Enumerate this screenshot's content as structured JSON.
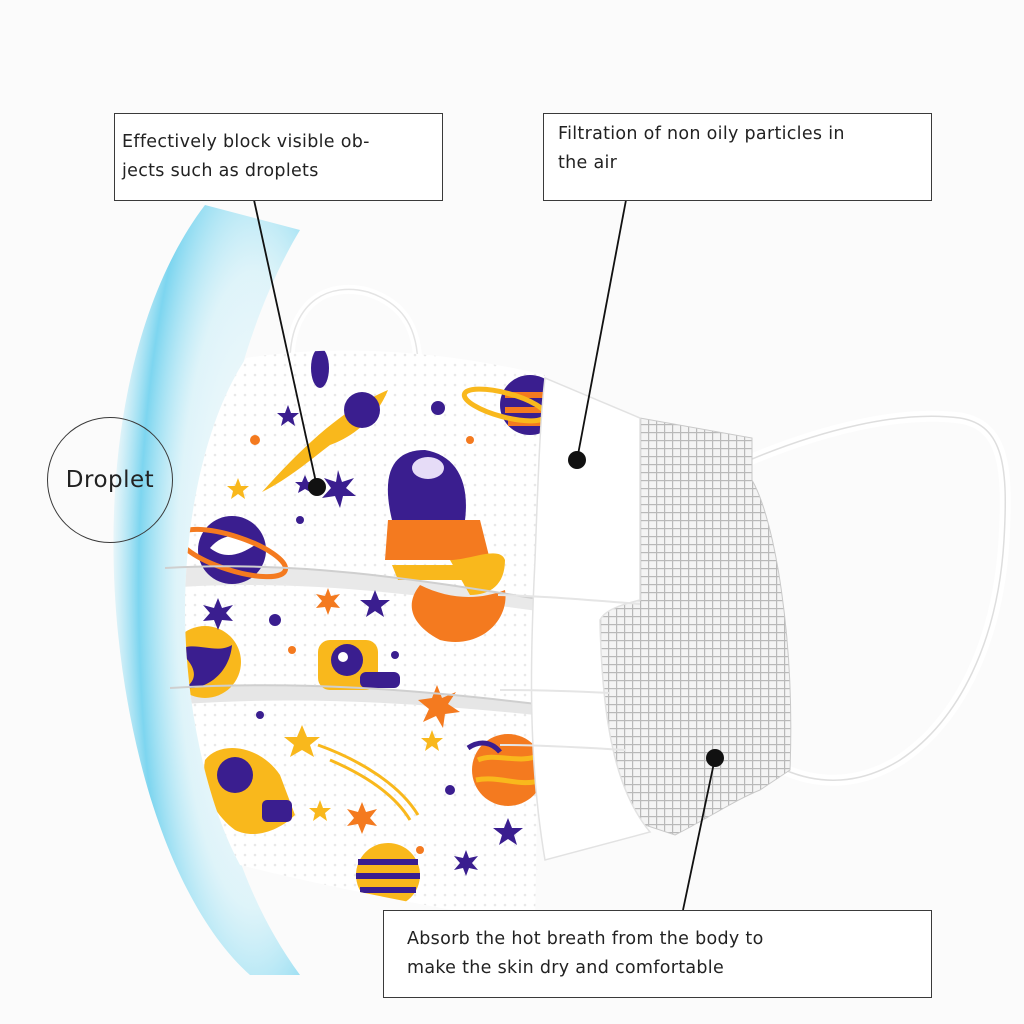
{
  "callouts": {
    "droplets": {
      "line1": "Effectively block visible ob-",
      "line2": "jects such as droplets"
    },
    "filtration": {
      "line1": "Filtration of non oily particles in",
      "line2": "the air"
    },
    "absorb": {
      "line1": "Absorb the hot breath from the body to",
      "line2": "make the skin dry and comfortable"
    }
  },
  "droplet_label": "Droplet",
  "colors": {
    "shield": "#7fd6ef",
    "navy": "#3a1e8f",
    "orange": "#f47a1f",
    "yellow": "#f9b81c",
    "mask_white": "#ffffff",
    "mesh_gray": "#cfcfcf",
    "pointer": "#111111"
  },
  "icons": [
    "rocket-icon",
    "planet-icon",
    "astronaut-icon",
    "comet-icon",
    "star-icon",
    "starburst-icon"
  ]
}
